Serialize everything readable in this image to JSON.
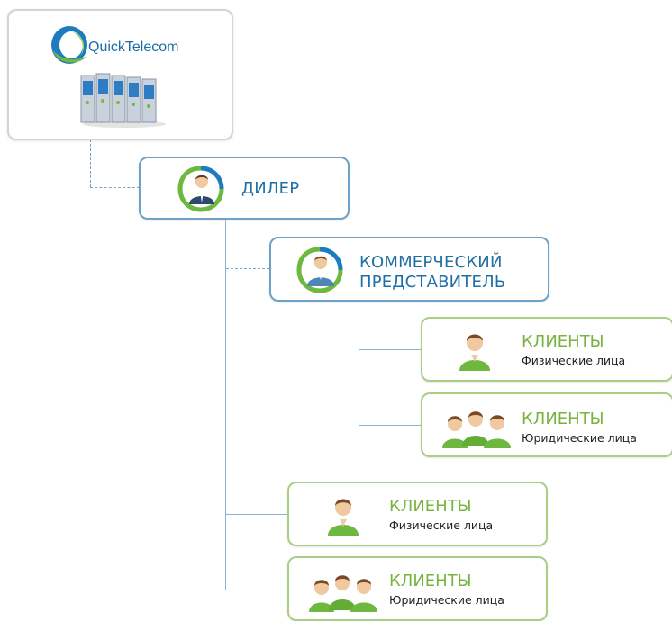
{
  "company": {
    "name": "QuickTelecom"
  },
  "dealer": {
    "label": "ДИЛЕР"
  },
  "rep": {
    "line1": "КОММЕРЧЕСКИЙ",
    "line2": "ПРЕДСТАВИТЕЛЬ"
  },
  "clients": [
    {
      "title": "КЛИЕНТЫ",
      "subtitle": "Физические лица"
    },
    {
      "title": "КЛИЕНТЫ",
      "subtitle": "Юридические лица"
    },
    {
      "title": "КЛИЕНТЫ",
      "subtitle": "Физические лица"
    },
    {
      "title": "КЛИЕНТЫ",
      "subtitle": "Юридические лица"
    }
  ],
  "colors": {
    "dealer_text": "#1f6fa6",
    "client_title": "#78b342",
    "blue_border": "#6fa2c8",
    "green_border": "#a9cf86"
  }
}
